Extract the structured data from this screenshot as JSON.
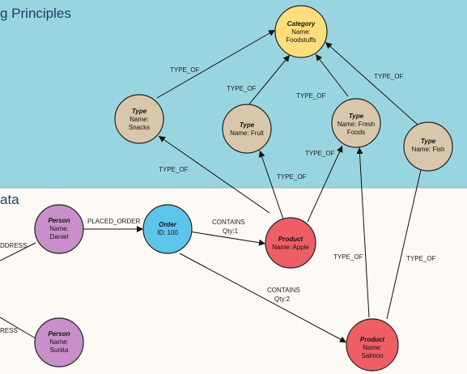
{
  "colors": {
    "top_band": "#99d5e0",
    "bottom_band": "#fdf9f5",
    "category": "#fede7c",
    "type": "#d9c7ab",
    "person": "#c98fca",
    "order": "#5ec5ea",
    "product": "#ee5e64"
  },
  "sections": {
    "top_title": "g Principles",
    "bottom_title": "ata"
  },
  "nodes": {
    "category": {
      "label": "Category",
      "lines": [
        "Name:",
        "Foodstuffs"
      ]
    },
    "type_snacks": {
      "label": "Type",
      "lines": [
        "Name:",
        "Snacks"
      ]
    },
    "type_fruit": {
      "label": "Type",
      "lines": [
        "Name: Fruit"
      ]
    },
    "type_fresh": {
      "label": "Type",
      "lines": [
        "Name: Fresh",
        "Foods"
      ]
    },
    "type_fish": {
      "label": "Type",
      "lines": [
        "Name: Fish"
      ]
    },
    "person_daniel": {
      "label": "Person",
      "lines": [
        "Name:",
        "Daniel"
      ]
    },
    "person_sunita": {
      "label": "Person",
      "lines": [
        "Name:",
        "Sunita"
      ]
    },
    "order": {
      "label": "Order",
      "lines": [
        "ID: 100"
      ]
    },
    "product_apple": {
      "label": "Product",
      "lines": [
        "Name: Apple"
      ]
    },
    "product_salmon": {
      "label": "Product",
      "lines": [
        "Name:",
        "Salmon"
      ]
    }
  },
  "edges": {
    "snacks_category": "TYPE_OF",
    "fruit_category": "TYPE_OF",
    "fresh_category": "TYPE_OF",
    "fish_category": "TYPE_OF",
    "apple_snacks": "TYPE_OF",
    "apple_fruit": "TYPE_OF",
    "apple_fresh": "TYPE_OF",
    "salmon_fresh": "TYPE_OF",
    "salmon_fish": "TYPE_OF",
    "daniel_order": "PLACED_ORDER",
    "order_apple": [
      "CONTAINS",
      "Qty:1"
    ],
    "order_salmon": [
      "CONTAINS",
      "Qty:2"
    ],
    "daniel_address": "DDRESS",
    "sunita_address": "RESS"
  }
}
